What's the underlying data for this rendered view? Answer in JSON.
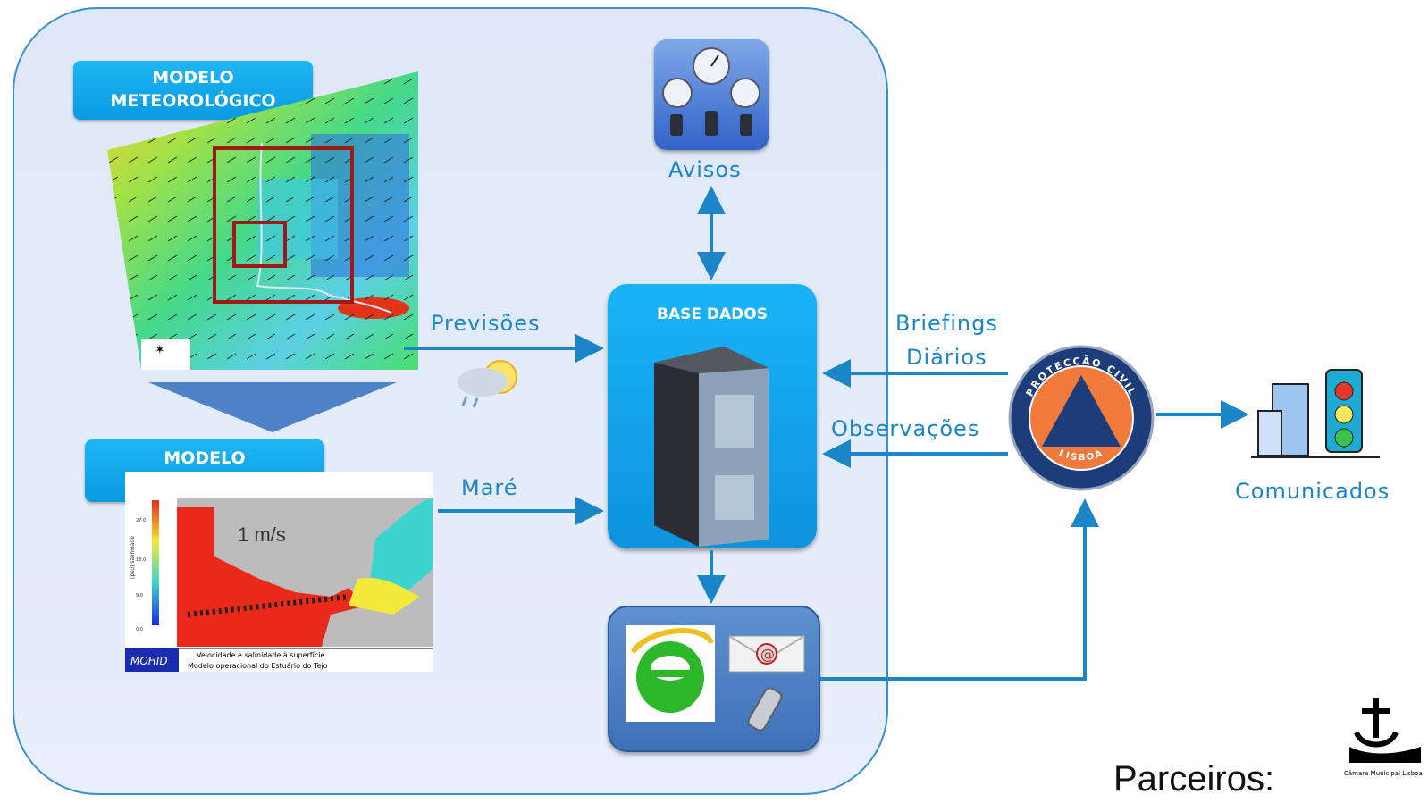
{
  "meteo": {
    "title_line1": "MODELO",
    "title_line2": "METEOROLÓGICO"
  },
  "estuary": {
    "title_line1": "MODELO",
    "title_line2": "Estuário Tejo",
    "speed_label": "1 m/s",
    "footer_logo": "MOHID",
    "footer_line1": "Velocidade e salinidade à superfície",
    "footer_line2": "Modelo operacional do Estuário do Tejo",
    "colorbar_ticks": [
      "27.0",
      "18.0",
      "9.0",
      "0.0"
    ],
    "colorbar_axis": "[psu] salinidade"
  },
  "warnings": {
    "label": "Avisos"
  },
  "database": {
    "title": "BASE DADOS"
  },
  "flows": {
    "forecasts": "Previsões",
    "tide": "Maré",
    "briefings_line1": "Briefings",
    "briefings_line2": "Diários",
    "observations": "Observações"
  },
  "civil_protection": {
    "top_text": "PROTECÇÃO CIVIL",
    "bottom_text": "LISBOA"
  },
  "communiques": {
    "label": "Comunicados"
  },
  "partners": {
    "label": "Parceiros:",
    "logo_text": "Câmara Municipal Lisboa"
  },
  "colors": {
    "accent_blue": "#1a86c8",
    "card_blue": "#0d93de",
    "panel_bg": "#e8eefb",
    "cp_orange": "#f07a3c",
    "cp_navy": "#1c3d7a"
  },
  "icons": [
    "gauges-icon",
    "weather-icon",
    "server-icon",
    "internet-explorer-icon",
    "email-icon",
    "mobile-phone-icon",
    "civil-protection-logo",
    "building-traffic-light-icon",
    "lisbon-crest-logo"
  ]
}
